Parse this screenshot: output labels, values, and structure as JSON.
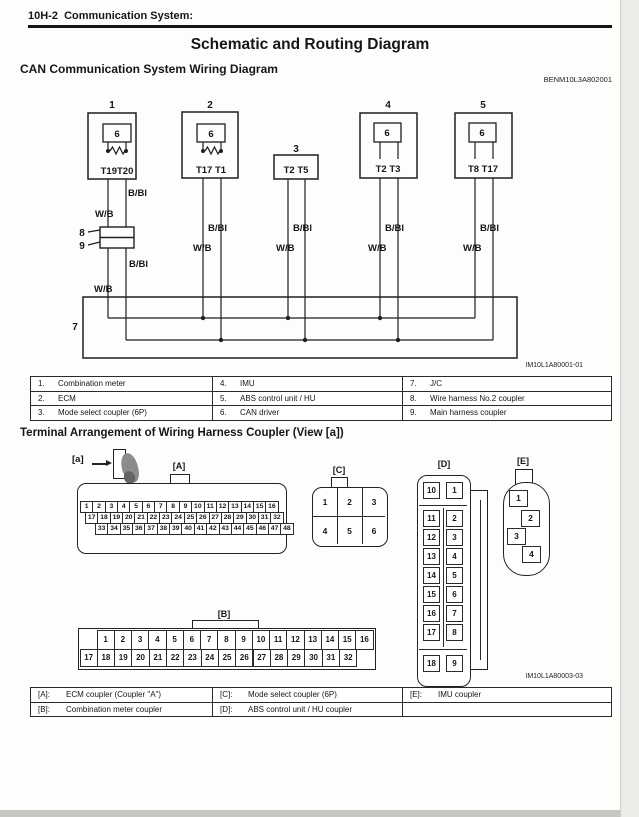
{
  "page": {
    "header": "10H-2  Communication System:",
    "title": "Schematic and Routing Diagram",
    "wiring_title": "CAN Communication System Wiring Diagram",
    "doc_code": "BENM10L3A802001",
    "figure1_code": "IM10L1A80001-01",
    "terminal_title": "Terminal Arrangement of Wiring Harness Coupler (View [a])",
    "figure2_code": "IM10L1A80003-03",
    "view_ref": "[a]"
  },
  "schematic": {
    "wire_colors": {
      "wb": "W/B",
      "bbl": "B/Bl"
    },
    "nodes": {
      "combination_meter": {
        "num": "1",
        "can_driver": "6",
        "terminals": "T19T20"
      },
      "ecm": {
        "num": "2",
        "can_driver": "6",
        "terminals": "T17 T1"
      },
      "mode_select": {
        "num": "3",
        "terminals": "T2 T5"
      },
      "imu": {
        "num": "4",
        "can_driver": "6",
        "terminals": "T2 T3"
      },
      "abs_hu": {
        "num": "5",
        "can_driver": "6",
        "terminals": "T8 T17"
      },
      "junction": "7",
      "harness_no2_coupler": "8",
      "main_harness_coupler": "9"
    }
  },
  "legend1": {
    "rows": [
      [
        {
          "num": "1.",
          "label": "Combination meter"
        },
        {
          "num": "4.",
          "label": "IMU"
        },
        {
          "num": "7.",
          "label": "J/C"
        }
      ],
      [
        {
          "num": "2.",
          "label": "ECM"
        },
        {
          "num": "5.",
          "label": "ABS control unit / HU"
        },
        {
          "num": "8.",
          "label": "Wire harness No.2 coupler"
        }
      ],
      [
        {
          "num": "3.",
          "label": "Mode select coupler (6P)"
        },
        {
          "num": "6.",
          "label": "CAN driver"
        },
        {
          "num": "9.",
          "label": "Main harness coupler"
        }
      ]
    ]
  },
  "connectors": {
    "a": {
      "label": "[A]",
      "rows": [
        [
          1,
          2,
          3,
          4,
          5,
          6,
          7,
          8,
          9,
          10,
          11,
          12,
          13,
          14,
          15,
          16
        ],
        [
          17,
          18,
          19,
          20,
          21,
          22,
          23,
          24,
          25,
          26,
          27,
          28,
          29,
          30,
          31,
          32
        ],
        [
          33,
          34,
          35,
          36,
          37,
          38,
          39,
          40,
          41,
          42,
          43,
          44,
          45,
          46,
          47,
          48
        ]
      ]
    },
    "b": {
      "label": "[B]",
      "rows": [
        [
          1,
          2,
          3,
          4,
          5,
          6,
          7,
          8,
          9,
          10,
          11,
          12,
          13,
          14,
          15,
          16
        ],
        [
          17,
          18,
          19,
          20,
          21,
          22,
          23,
          24,
          25,
          26,
          27,
          28,
          29,
          30,
          31,
          32
        ]
      ]
    },
    "c": {
      "label": "[C]",
      "rows": [
        [
          1,
          2,
          3
        ],
        [
          4,
          5,
          6
        ]
      ]
    },
    "d": {
      "label": "[D]",
      "left_column": [
        10,
        11,
        12,
        13,
        14,
        15,
        16,
        17,
        18
      ],
      "right_column": [
        1,
        2,
        3,
        4,
        5,
        6,
        7,
        8,
        9
      ]
    },
    "e": {
      "label": "[E]",
      "pins": [
        1,
        2,
        3,
        4
      ]
    }
  },
  "legend2": {
    "rows": [
      [
        {
          "num": "[A]:",
          "label": "ECM coupler (Coupler \"A\")"
        },
        {
          "num": "[C]:",
          "label": "Mode select coupler (6P)"
        },
        {
          "num": "[E]:",
          "label": "IMU coupler"
        }
      ],
      [
        {
          "num": "[B]:",
          "label": "Combination meter coupler"
        },
        {
          "num": "[D]:",
          "label": "ABS control unit / HU coupler"
        },
        {
          "num": "",
          "label": ""
        }
      ]
    ]
  }
}
